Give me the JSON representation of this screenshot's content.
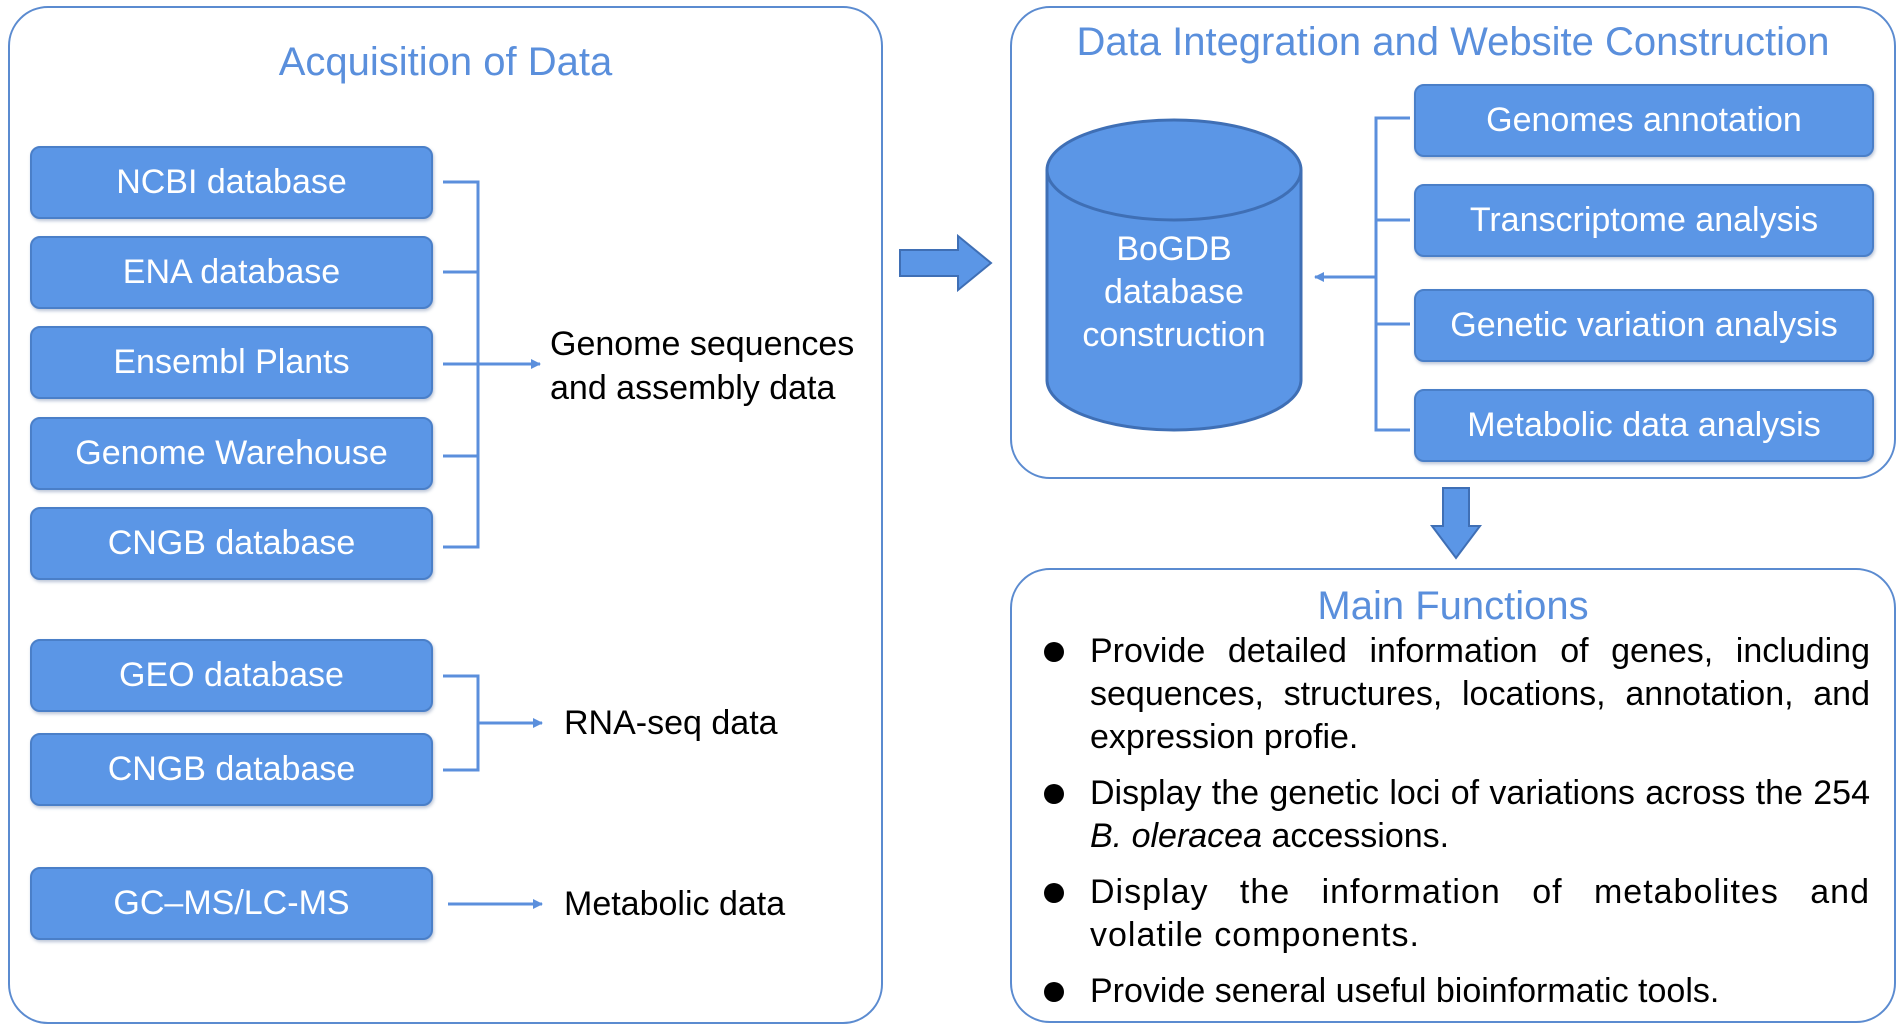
{
  "acquisition": {
    "title": "Acquisition of Data",
    "genome_sources": [
      "NCBI database",
      "ENA database",
      "Ensembl Plants",
      "Genome Warehouse",
      "CNGB database"
    ],
    "genome_output": [
      "Genome sequences",
      "and assembly data"
    ],
    "rna_sources": [
      "GEO database",
      "CNGB database"
    ],
    "rna_output": "RNA-seq data",
    "metabolic_source": "GC–MS/LC-MS",
    "metabolic_output": "Metabolic data"
  },
  "integration": {
    "title": "Data Integration and Website Construction",
    "database_label": [
      "BoGDB",
      "database",
      "construction"
    ],
    "analyses": [
      "Genomes annotation",
      "Transcriptome analysis",
      "Genetic variation analysis",
      "Metabolic data analysis"
    ]
  },
  "functions": {
    "title": "Main Functions",
    "items": [
      {
        "pre": "Provide detailed information of genes, including sequences, structures, locations, annotation, and expression profie.",
        "italic": "",
        "post": ""
      },
      {
        "pre": "Display the genetic loci of variations across the 254 ",
        "italic": "B. oleracea",
        "post": " accessions."
      },
      {
        "pre": "Display the information of metabolites and volatile components.",
        "italic": "",
        "post": ""
      },
      {
        "pre": "Provide seneral useful bioinformatic tools.",
        "italic": "",
        "post": ""
      }
    ]
  },
  "colors": {
    "box_fill": "#5b96e6",
    "border": "#5b8bd0",
    "title": "#5a8fdc",
    "connector": "#5b8fdc"
  }
}
